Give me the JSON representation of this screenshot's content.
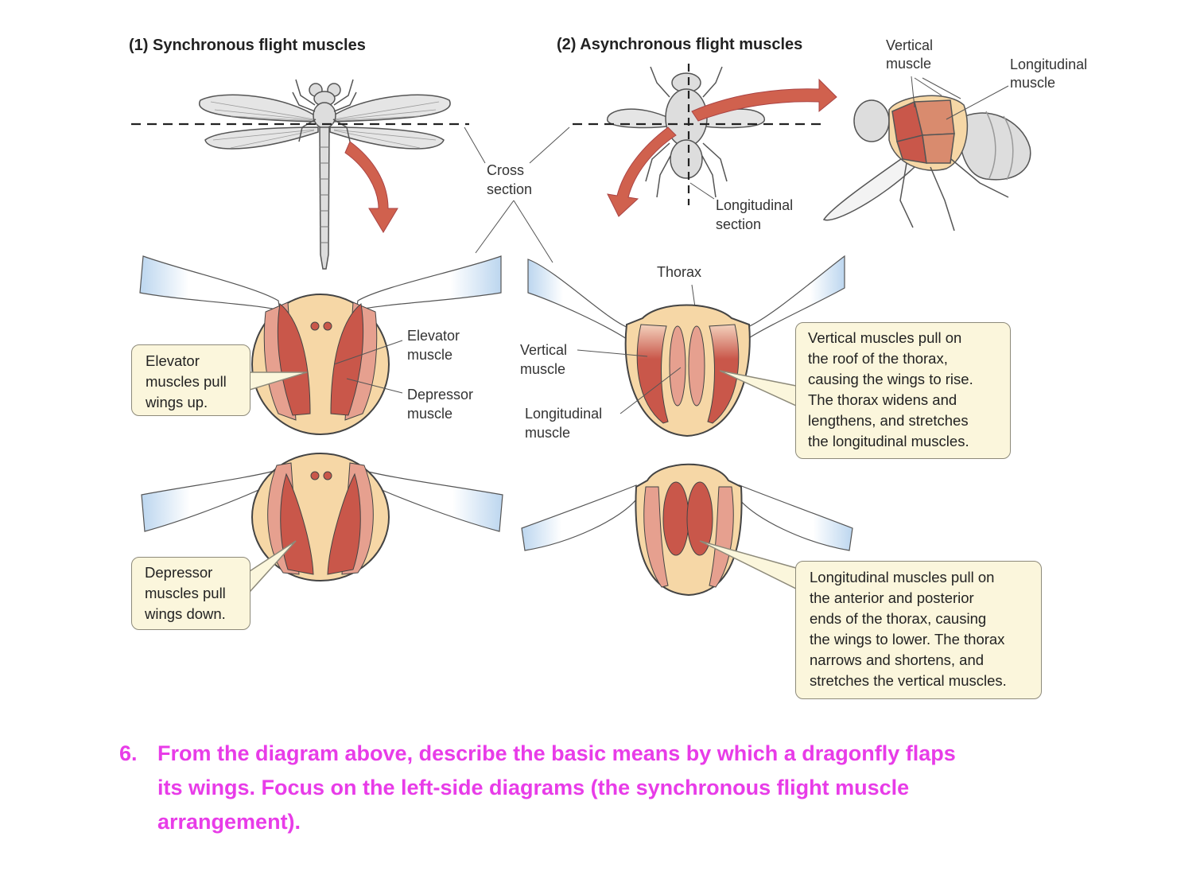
{
  "headings": {
    "synchronous": "(1)  Synchronous flight muscles",
    "asynchronous": "(2)  Asynchronous flight muscles"
  },
  "labels": {
    "cross_section": "Cross\nsection",
    "longitudinal_section": "Longitudinal\nsection",
    "thorax": "Thorax",
    "elevator_muscle": "Elevator\nmuscle",
    "depressor_muscle": "Depressor\nmuscle",
    "vertical_muscle_section": "Vertical\nmuscle",
    "longitudinal_muscle_section": "Longitudinal\nmuscle",
    "vertical_muscle_fly": "Vertical\nmuscle",
    "longitudinal_muscle_fly": "Longitudinal\nmuscle"
  },
  "callouts": {
    "elevator_pull": "Elevator\nmuscles pull\nwings up.",
    "depressor_pull": "Depressor\nmuscles pull\nwings down.",
    "vertical_pull": "Vertical muscles pull on\nthe roof of the thorax,\ncausing the wings to rise.\nThe thorax widens and\nlengthens, and stretches\nthe longitudinal muscles.",
    "longitudinal_pull": "Longitudinal muscles pull on\nthe anterior and posterior\nends of the thorax, causing\nthe wings to lower. The thorax\nnarrows and shortens, and\nstretches the vertical muscles."
  },
  "question": {
    "number": "6.",
    "line1": "From the diagram above, describe the basic means by which a dragonfly flaps",
    "line2": "its wings.  Focus on the left-side diagrams (the synchronous flight muscle",
    "line3": "arrangement)."
  },
  "colors": {
    "muscle": "#c9574a",
    "muscle_light": "#e6a08f",
    "thorax_fill": "#f6d7a6",
    "wing": "#cfe2f3",
    "arrow": "#d0614e",
    "callout_bg": "#fbf6dc",
    "question_text": "#e83ce8"
  }
}
